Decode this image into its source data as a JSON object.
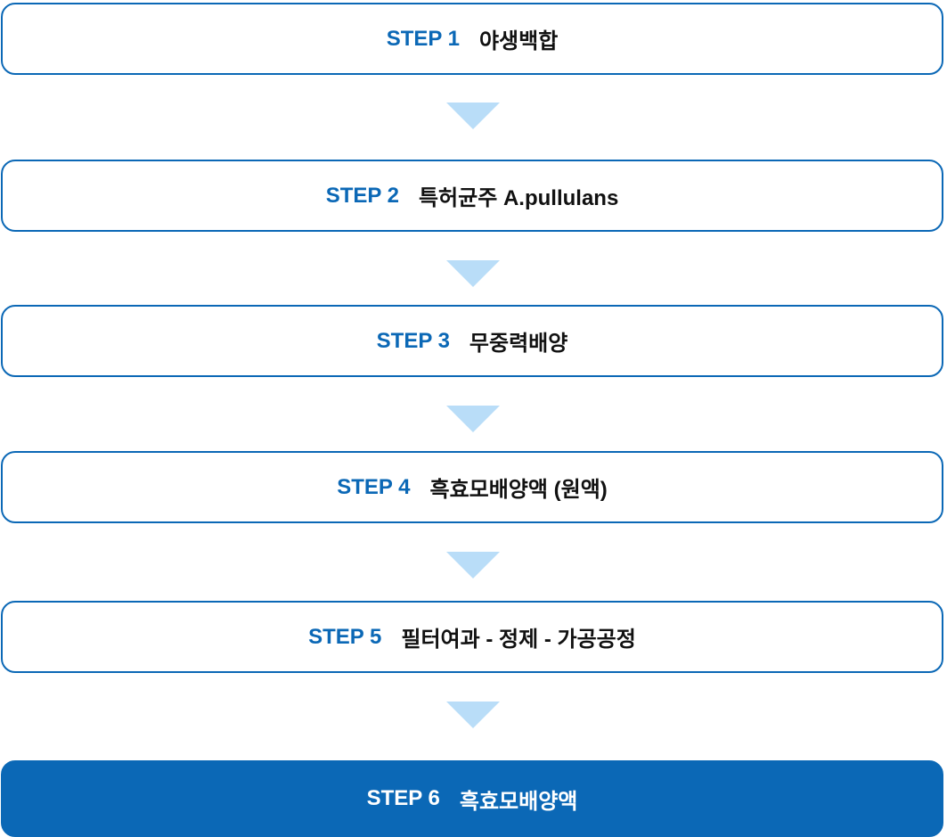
{
  "steps": [
    {
      "label": "STEP 1",
      "text": "야생백합"
    },
    {
      "label": "STEP 2",
      "text": "특허균주 A.pullulans"
    },
    {
      "label": "STEP 3",
      "text": "무중력배양"
    },
    {
      "label": "STEP 4",
      "text": "흑효모배양액 (원액)"
    },
    {
      "label": "STEP 5",
      "text": "필터여과 - 정제 - 가공공정"
    },
    {
      "label": "STEP 6",
      "text": "흑효모배양액"
    }
  ],
  "colors": {
    "accent": "#0b68b6",
    "arrow": "#b9ddf8",
    "text": "#111111",
    "background": "#ffffff"
  },
  "icons": {
    "connector": "down-triangle-icon"
  }
}
